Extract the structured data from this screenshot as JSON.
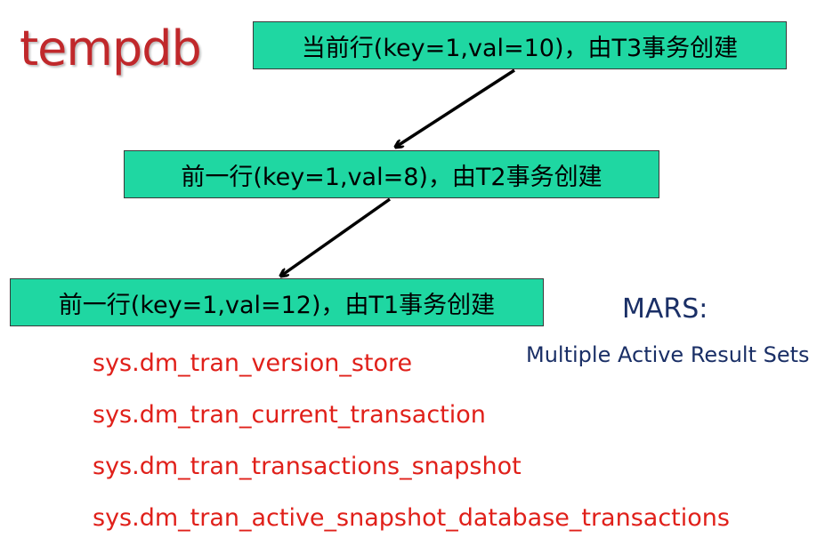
{
  "title": "tempdb",
  "rows": [
    {
      "label": "当前行(key=1,val=10)，由T3事务创建"
    },
    {
      "label": "前一行(key=1,val=8)，由T2事务创建"
    },
    {
      "label": "前一行(key=1,val=12)，由T1事务创建"
    }
  ],
  "mars": {
    "heading": "MARS:",
    "subtitle": "Multiple Active Result Sets"
  },
  "dmvs": [
    "sys.dm_tran_version_store",
    "sys.dm_tran_current_transaction",
    "sys.dm_tran_transactions_snapshot",
    "sys.dm_tran_active_snapshot_database_transactions"
  ],
  "colors": {
    "box_fill": "#1fd7a2",
    "title": "#c0282b",
    "dmv_text": "#e0201a",
    "mars_text": "#1a2f66"
  }
}
